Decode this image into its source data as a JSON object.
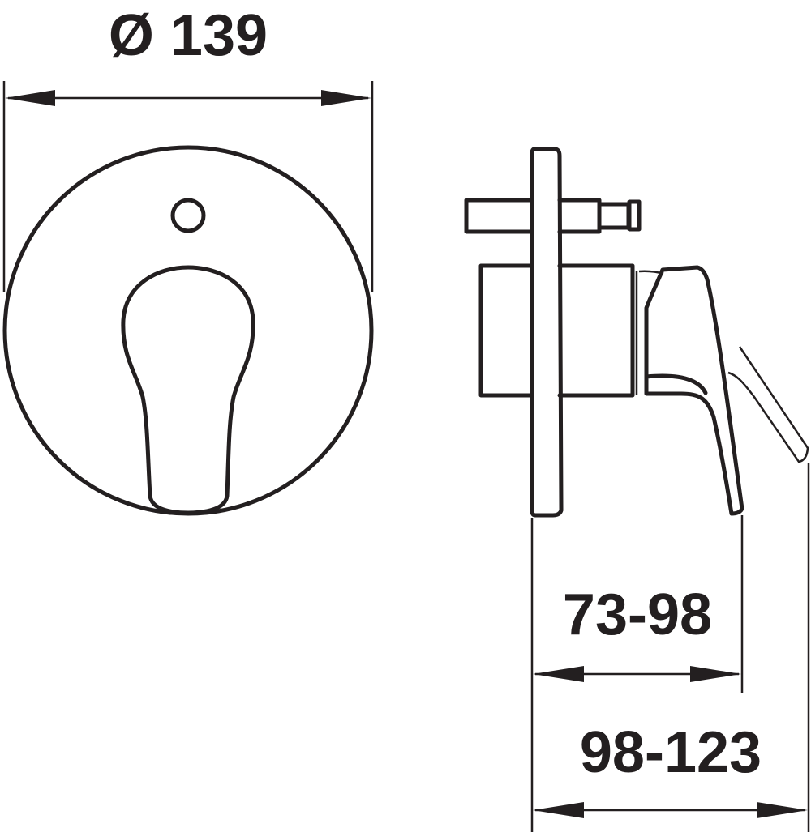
{
  "drawing": {
    "front_view": {
      "diameter_label": "Ø 139"
    },
    "side_view": {
      "depth_label_inner": "73-98",
      "depth_label_outer": "98-123"
    },
    "line_color": "#231f20"
  }
}
